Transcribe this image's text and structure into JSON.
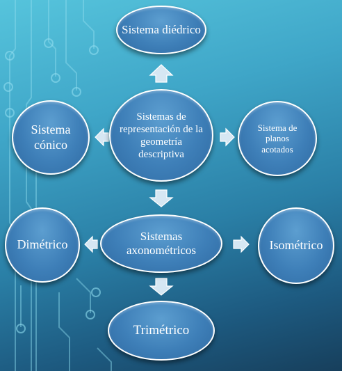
{
  "nodes": {
    "center": "Sistemas de representación de la geometría descriptiva",
    "diedrico": "Sistema diédrico",
    "conico": "Sistema cónico",
    "planos": "Sistema de planos acotados",
    "axonometricos": "Sistemas axonométricos",
    "dimetrico": "Dimétrico",
    "isometrico": "Isométrico",
    "trimetrico": "Trimétrico"
  },
  "colors": {
    "node_fill": "#3e7fb8",
    "node_border": "#ffffff",
    "background_top": "#56c4dc",
    "background_bottom": "#173f5c",
    "arrow_fill": "#d6e7f3"
  }
}
